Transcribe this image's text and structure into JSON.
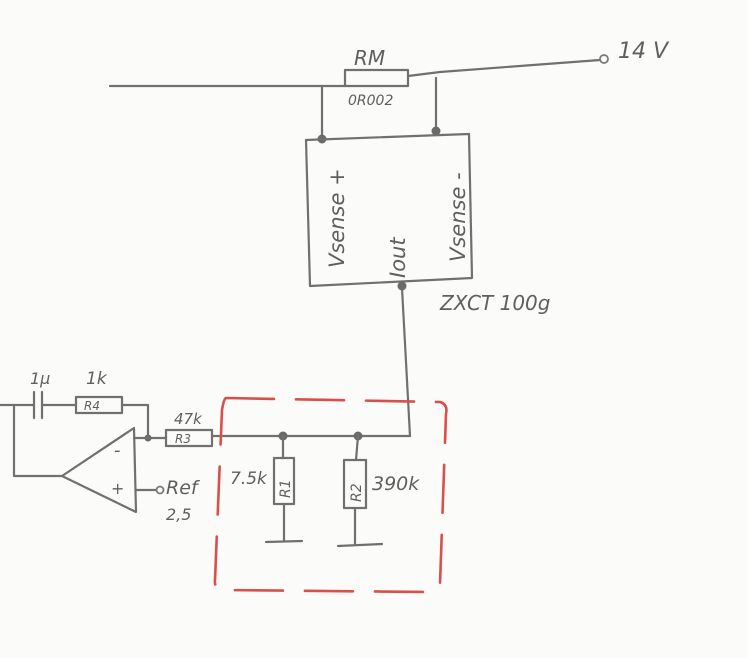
{
  "labels": {
    "rm_name": "RM",
    "rm_value": "0R002",
    "supply": "14 V",
    "vsense_plus": "Vsense +",
    "iout": "Iout",
    "vsense_minus": "Vsense -",
    "ic_name": "ZXCT 100g",
    "cap_value": "1µ",
    "r4_value": "1k",
    "r4_name": "R4",
    "r3_value": "47k",
    "r3_name": "R3",
    "opamp_minus": "-",
    "opamp_plus": "+",
    "ref_label": "Ref",
    "ref_value": "2,5",
    "r1_value": "7.5k",
    "r1_name": "R1",
    "r2_name": "R2",
    "r2_value": "390k"
  },
  "colors": {
    "ink": "#707070",
    "highlight": "#d8504a",
    "paper": "#fbfbf9"
  }
}
